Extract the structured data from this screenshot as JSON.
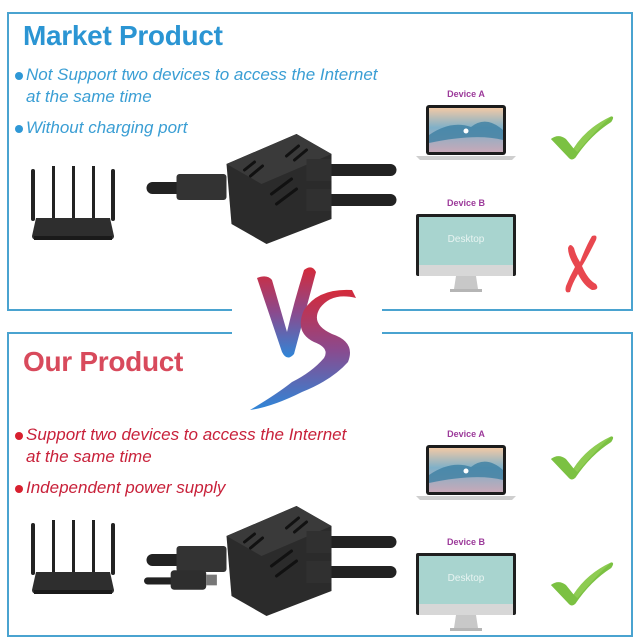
{
  "market": {
    "title": "Market Product",
    "bullets": [
      {
        "line1": "Not Support two devices to access the Internet",
        "line2": "at the same time"
      },
      {
        "line1": "Without charging port",
        "line2": ""
      }
    ],
    "device_a": {
      "label": "Device A",
      "status": "check"
    },
    "device_b": {
      "label": "Device B",
      "screen_text": "Desktop",
      "status": "cross"
    },
    "accent_color": "#2b95d3"
  },
  "vs": {
    "label": "VS"
  },
  "our": {
    "title": "Our Product",
    "bullets": [
      {
        "line1": "Support two devices to access the Internet",
        "line2": "at the same time"
      },
      {
        "line1": "Independent power supply",
        "line2": ""
      }
    ],
    "device_a": {
      "label": "Device A",
      "status": "check"
    },
    "device_b": {
      "label": "Device B",
      "screen_text": "Desktop",
      "status": "check"
    },
    "accent_color": "#d84a5c"
  },
  "colors": {
    "border": "#4aa3d0",
    "check": "#7bc142",
    "cross": "#e8474f",
    "device_label": "#9c3a9a"
  }
}
